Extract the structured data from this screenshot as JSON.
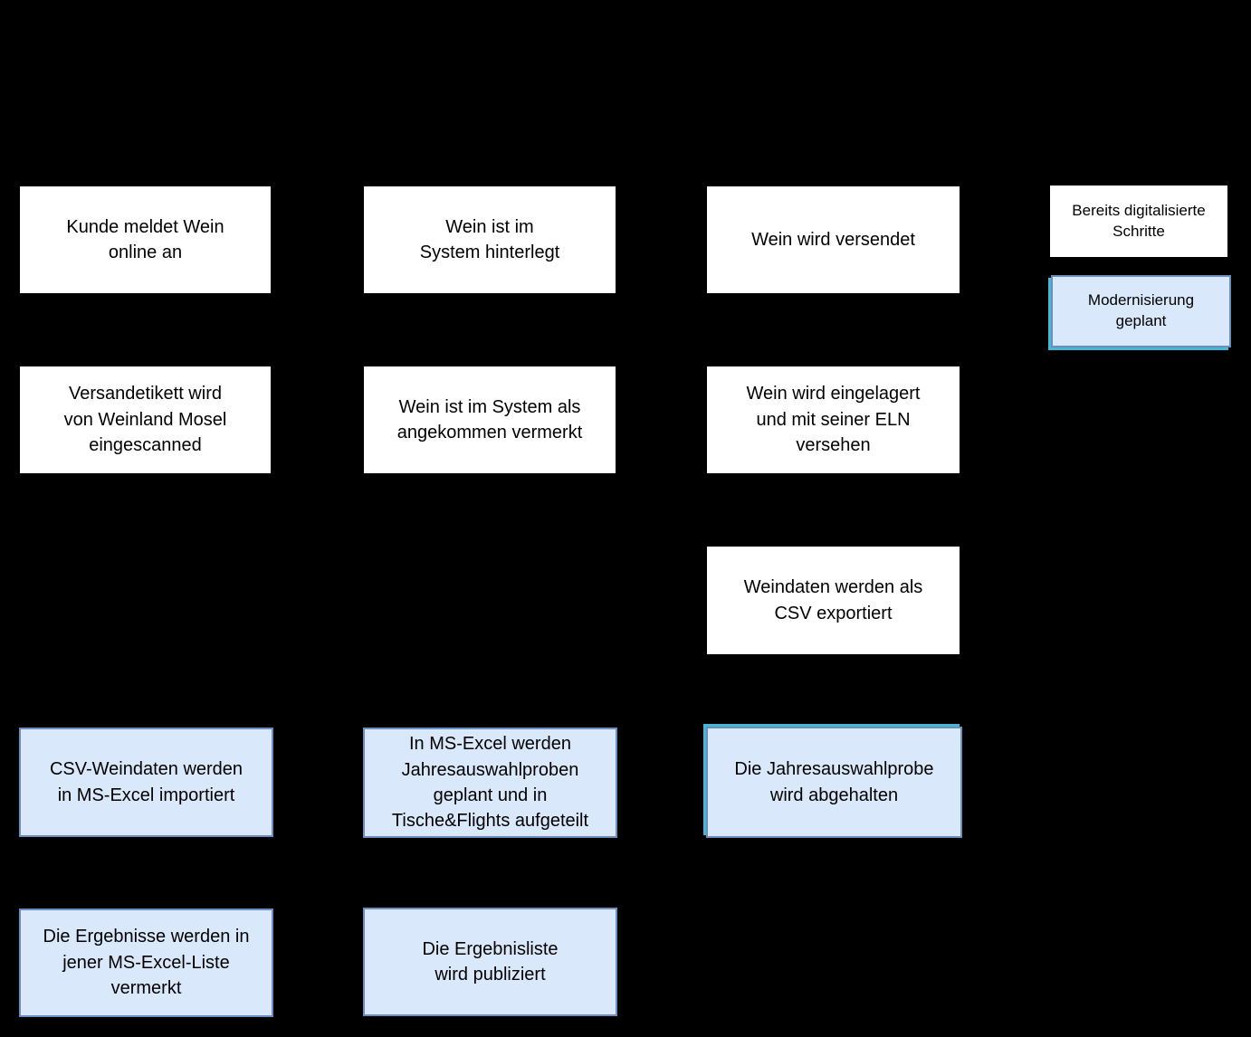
{
  "colors": {
    "background": "#000000",
    "white_step_fill": "#ffffff",
    "planned_step_fill": "#dae8fc",
    "planned_step_border": "#6c8ebf",
    "selection_highlight": "#45b8d4",
    "text": "#000000"
  },
  "legend": {
    "digitized": {
      "label": "Bereits digitalisierte\nSchritte"
    },
    "modernization": {
      "label": "Modernisierung\ngeplant"
    }
  },
  "nodes": {
    "kunde_meldet": {
      "text": "Kunde meldet Wein\nonline an"
    },
    "wein_im_system": {
      "text": "Wein ist im\nSystem hinterlegt"
    },
    "wein_versendet": {
      "text": "Wein wird versendet"
    },
    "versandetikett": {
      "text": "Versandetikett wird\nvon Weinland Mosel\neingescanned"
    },
    "angekommen": {
      "text": "Wein ist im System als\nangekommen vermerkt"
    },
    "eingelagert": {
      "text": "Wein wird eingelagert\nund mit seiner ELN\nversehen"
    },
    "csv_export": {
      "text": "Weindaten werden als\nCSV exportiert"
    },
    "csv_import": {
      "text": "CSV-Weindaten werden\nin MS-Excel importiert"
    },
    "excel_planung": {
      "text": "In MS-Excel werden\nJahresauswahlproben\ngeplant und in\nTische&Flights aufgeteilt"
    },
    "jahresauswahl": {
      "text": "Die Jahresauswahlprobe\nwird abgehalten"
    },
    "ergebnisse_liste": {
      "text": "Die Ergebnisse werden in\njener MS-Excel-Liste\nvermerkt"
    },
    "ergebnis_publik": {
      "text": "Die Ergebnisliste\nwird publiziert"
    }
  }
}
